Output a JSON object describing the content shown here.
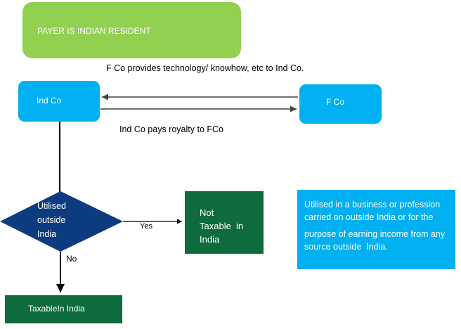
{
  "nodes": {
    "payer": "PAYER IS INDIAN RESIDENT",
    "ind_co": "Ind Co",
    "f_co": "F Co",
    "decision": [
      "Utilised",
      "outside",
      "India"
    ],
    "not_taxable": [
      "Not",
      "Taxable  in",
      "India"
    ],
    "taxable": "TaxableIn India",
    "info": [
      "Utilised in a business or profession",
      "carried on outside India or for the",
      "purpose of earning income from any",
      "source outside  India."
    ]
  },
  "edges": {
    "tech_label": "F Co provides technology/ knowhow, etc to Ind Co.",
    "royalty_label": "Ind Co pays royalty to FCo",
    "yes_label": "Yes",
    "no_label": "No"
  },
  "colors": {
    "green_light": "#92d050",
    "blue": "#00b0f0",
    "navy": "#0d3b80",
    "green_dark": "#0e6b3c"
  }
}
